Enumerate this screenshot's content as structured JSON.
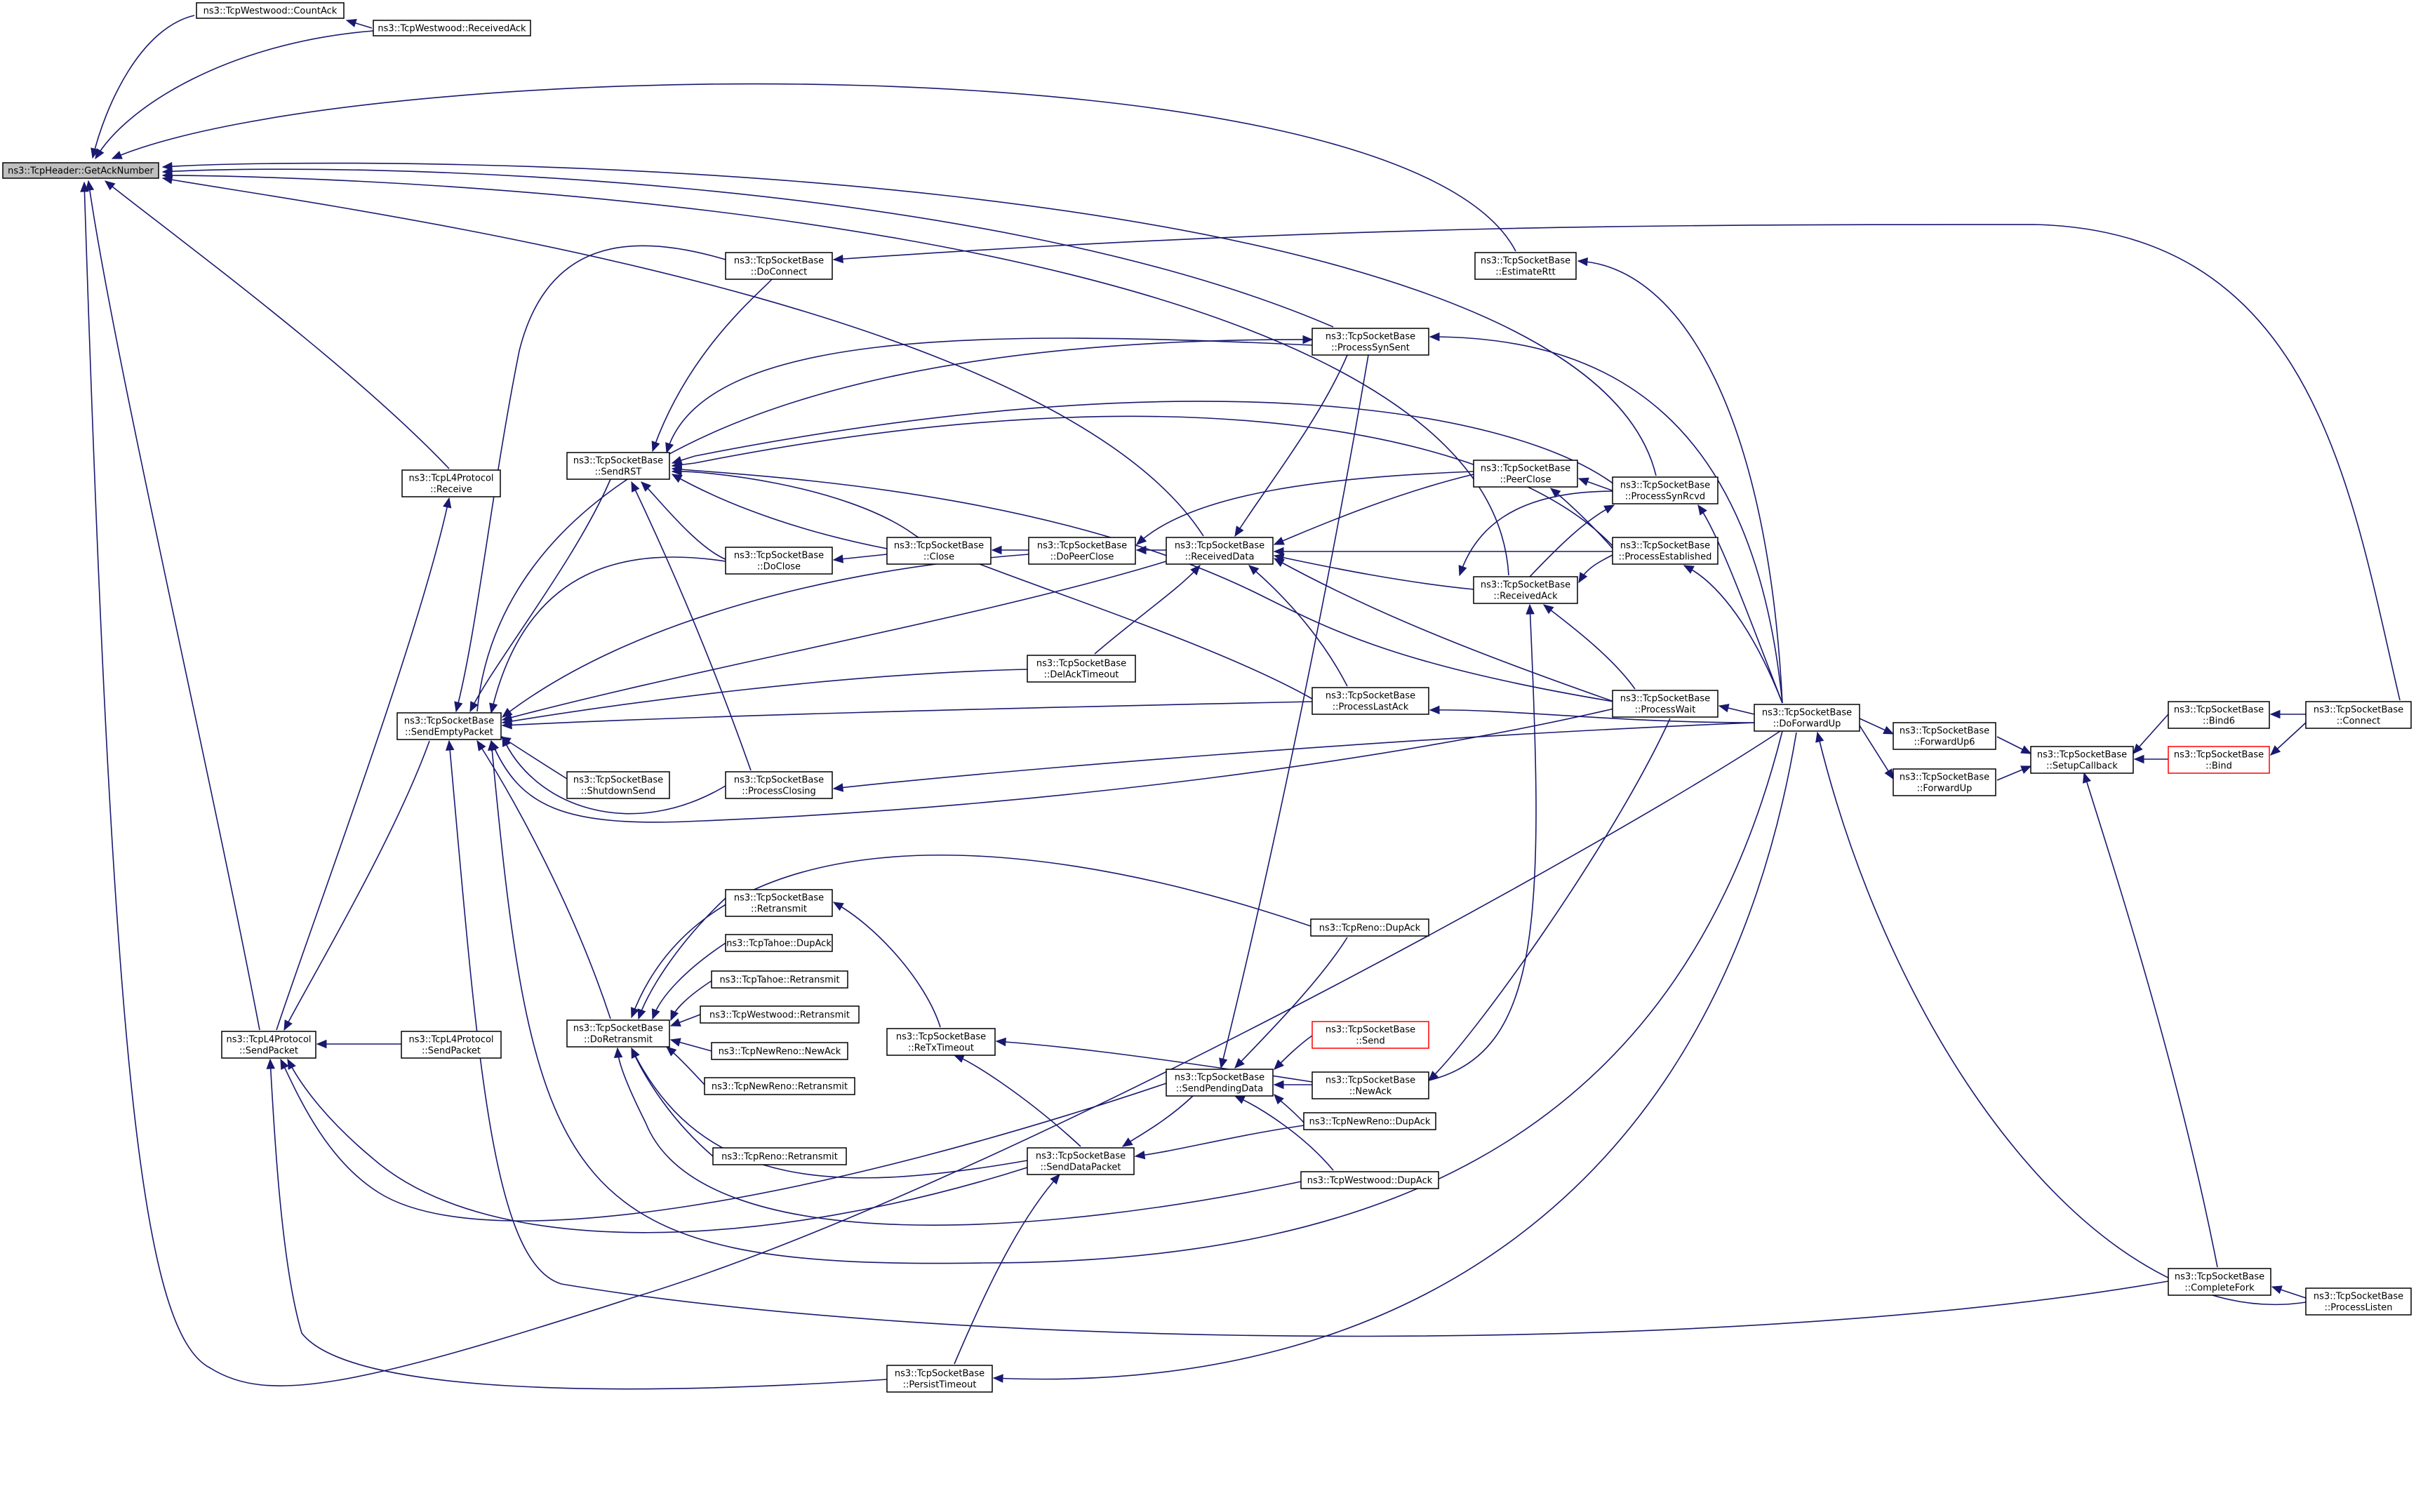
{
  "diagram": {
    "nodes": [
      {
        "id": "n1",
        "lines": [
          "ns3::TcpHeader::GetAckNumber"
        ],
        "style": "root"
      },
      {
        "id": "n2",
        "lines": [
          "ns3::TcpWestwood::CountAck"
        ]
      },
      {
        "id": "n3",
        "lines": [
          "ns3::TcpWestwood::ReceivedAck"
        ]
      },
      {
        "id": "n4",
        "lines": [
          "ns3::TcpSocketBase",
          "::EstimateRtt"
        ]
      },
      {
        "id": "n5",
        "lines": [
          "ns3::TcpSocketBase",
          "::DoConnect"
        ]
      },
      {
        "id": "n6",
        "lines": [
          "ns3::TcpSocketBase",
          "::ProcessSynSent"
        ]
      },
      {
        "id": "n7",
        "lines": [
          "ns3::TcpSocketBase",
          "::SendRST"
        ]
      },
      {
        "id": "n8",
        "lines": [
          "ns3::TcpL4Protocol",
          "::Receive"
        ]
      },
      {
        "id": "n9",
        "lines": [
          "ns3::TcpSocketBase",
          "::PeerClose"
        ]
      },
      {
        "id": "n10",
        "lines": [
          "ns3::TcpSocketBase",
          "::ProcessSynRcvd"
        ]
      },
      {
        "id": "n11",
        "lines": [
          "ns3::TcpSocketBase",
          "::Close"
        ]
      },
      {
        "id": "n12",
        "lines": [
          "ns3::TcpSocketBase",
          "::DoPeerClose"
        ]
      },
      {
        "id": "n13",
        "lines": [
          "ns3::TcpSocketBase",
          "::ReceivedData"
        ]
      },
      {
        "id": "n14",
        "lines": [
          "ns3::TcpSocketBase",
          "::DoClose"
        ]
      },
      {
        "id": "n15",
        "lines": [
          "ns3::TcpSocketBase",
          "::ProcessEstablished"
        ]
      },
      {
        "id": "n16",
        "lines": [
          "ns3::TcpSocketBase",
          "::ReceivedAck"
        ]
      },
      {
        "id": "n17",
        "lines": [
          "ns3::TcpSocketBase",
          "::DelAckTimeout"
        ]
      },
      {
        "id": "n18",
        "lines": [
          "ns3::TcpSocketBase",
          "::SendEmptyPacket"
        ]
      },
      {
        "id": "n19",
        "lines": [
          "ns3::TcpSocketBase",
          "::ProcessLastAck"
        ]
      },
      {
        "id": "n20",
        "lines": [
          "ns3::TcpSocketBase",
          "::ProcessWait"
        ]
      },
      {
        "id": "n21",
        "lines": [
          "ns3::TcpSocketBase",
          "::ForwardUp6"
        ]
      },
      {
        "id": "n22",
        "lines": [
          "ns3::TcpSocketBase",
          "::Bind6"
        ]
      },
      {
        "id": "n23",
        "lines": [
          "ns3::TcpSocketBase",
          "::Connect"
        ]
      },
      {
        "id": "n24",
        "lines": [
          "ns3::TcpSocketBase",
          "::DoForwardUp"
        ]
      },
      {
        "id": "n25",
        "lines": [
          "ns3::TcpSocketBase",
          "::SetupCallback"
        ]
      },
      {
        "id": "n26",
        "lines": [
          "ns3::TcpSocketBase",
          "::Bind"
        ],
        "style": "red"
      },
      {
        "id": "n27",
        "lines": [
          "ns3::TcpSocketBase",
          "::ShutdownSend"
        ]
      },
      {
        "id": "n28",
        "lines": [
          "ns3::TcpSocketBase",
          "::ProcessClosing"
        ]
      },
      {
        "id": "n29",
        "lines": [
          "ns3::TcpSocketBase",
          "::ForwardUp"
        ]
      },
      {
        "id": "n30",
        "lines": [
          "ns3::TcpSocketBase",
          "::Retransmit"
        ]
      },
      {
        "id": "n31",
        "lines": [
          "ns3::TcpReno::DupAck"
        ]
      },
      {
        "id": "n32",
        "lines": [
          "ns3::TcpTahoe::DupAck"
        ]
      },
      {
        "id": "n33",
        "lines": [
          "ns3::TcpTahoe::Retransmit"
        ]
      },
      {
        "id": "n34",
        "lines": [
          "ns3::TcpSocketBase",
          "::Send"
        ],
        "style": "red"
      },
      {
        "id": "n35",
        "lines": [
          "ns3::TcpL4Protocol",
          "::SendPacket"
        ]
      },
      {
        "id": "n36",
        "lines": [
          "ns3::TcpL4Protocol",
          "::SendPacket"
        ]
      },
      {
        "id": "n37",
        "lines": [
          "ns3::TcpSocketBase",
          "::DoRetransmit"
        ]
      },
      {
        "id": "n38",
        "lines": [
          "ns3::TcpWestwood::Retransmit"
        ]
      },
      {
        "id": "n39",
        "lines": [
          "ns3::TcpSocketBase",
          "::ReTxTimeout"
        ]
      },
      {
        "id": "n40",
        "lines": [
          "ns3::TcpNewReno::NewAck"
        ]
      },
      {
        "id": "n41",
        "lines": [
          "ns3::TcpSocketBase",
          "::SendPendingData"
        ]
      },
      {
        "id": "n42",
        "lines": [
          "ns3::TcpSocketBase",
          "::NewAck"
        ]
      },
      {
        "id": "n43",
        "lines": [
          "ns3::TcpNewReno::Retransmit"
        ]
      },
      {
        "id": "n44",
        "lines": [
          "ns3::TcpNewReno::DupAck"
        ]
      },
      {
        "id": "n45",
        "lines": [
          "ns3::TcpReno::Retransmit"
        ]
      },
      {
        "id": "n46",
        "lines": [
          "ns3::TcpSocketBase",
          "::SendDataPacket"
        ]
      },
      {
        "id": "n47",
        "lines": [
          "ns3::TcpWestwood::DupAck"
        ]
      },
      {
        "id": "n48",
        "lines": [
          "ns3::TcpSocketBase",
          "::CompleteFork"
        ]
      },
      {
        "id": "n49",
        "lines": [
          "ns3::TcpSocketBase",
          "::ProcessListen"
        ]
      },
      {
        "id": "n50",
        "lines": [
          "ns3::TcpSocketBase",
          "::PersistTimeout"
        ]
      }
    ],
    "edges": [
      {
        "from": "n2",
        "to": "n1"
      },
      {
        "from": "n3",
        "to": "n2"
      },
      {
        "from": "n3",
        "to": "n1"
      },
      {
        "from": "n4",
        "to": "n1"
      },
      {
        "from": "n6",
        "to": "n1"
      },
      {
        "from": "n8",
        "to": "n1"
      },
      {
        "from": "n10",
        "to": "n1"
      },
      {
        "from": "n13",
        "to": "n1"
      },
      {
        "from": "n16",
        "to": "n1"
      },
      {
        "from": "n35",
        "to": "n1"
      },
      {
        "from": "n24",
        "to": "n1"
      },
      {
        "from": "n24",
        "to": "n4"
      },
      {
        "from": "n23",
        "to": "n5"
      },
      {
        "from": "n24",
        "to": "n6"
      },
      {
        "from": "n18",
        "to": "n6"
      },
      {
        "from": "n5",
        "to": "n7"
      },
      {
        "from": "n6",
        "to": "n7"
      },
      {
        "from": "n10",
        "to": "n7"
      },
      {
        "from": "n15",
        "to": "n7"
      },
      {
        "from": "n14",
        "to": "n7"
      },
      {
        "from": "n11",
        "to": "n7"
      },
      {
        "from": "n19",
        "to": "n7"
      },
      {
        "from": "n20",
        "to": "n7"
      },
      {
        "from": "n28",
        "to": "n7"
      },
      {
        "from": "n35",
        "to": "n8"
      },
      {
        "from": "n10",
        "to": "n9"
      },
      {
        "from": "n15",
        "to": "n9"
      },
      {
        "from": "n24",
        "to": "n10"
      },
      {
        "from": "n16",
        "to": "n10"
      },
      {
        "from": "n12",
        "to": "n11"
      },
      {
        "from": "n13",
        "to": "n12"
      },
      {
        "from": "n9",
        "to": "n12"
      },
      {
        "from": "n6",
        "to": "n13"
      },
      {
        "from": "n9",
        "to": "n13"
      },
      {
        "from": "n15",
        "to": "n13"
      },
      {
        "from": "n16",
        "to": "n13"
      },
      {
        "from": "n19",
        "to": "n13"
      },
      {
        "from": "n20",
        "to": "n13"
      },
      {
        "from": "n17",
        "to": "n13"
      },
      {
        "from": "n11",
        "to": "n14"
      },
      {
        "from": "n24",
        "to": "n15"
      },
      {
        "from": "n15",
        "to": "n16"
      },
      {
        "from": "n20",
        "to": "n16"
      },
      {
        "from": "n42",
        "to": "n16"
      },
      {
        "from": "n7",
        "to": "n18"
      },
      {
        "from": "n5",
        "to": "n18"
      },
      {
        "from": "n14",
        "to": "n18"
      },
      {
        "from": "n13",
        "to": "n18"
      },
      {
        "from": "n12",
        "to": "n18"
      },
      {
        "from": "n17",
        "to": "n18"
      },
      {
        "from": "n19",
        "to": "n18"
      },
      {
        "from": "n27",
        "to": "n18"
      },
      {
        "from": "n28",
        "to": "n18"
      },
      {
        "from": "n20",
        "to": "n18"
      },
      {
        "from": "n37",
        "to": "n18"
      },
      {
        "from": "n24",
        "to": "n18"
      },
      {
        "from": "n48",
        "to": "n18"
      },
      {
        "from": "n10",
        "to": "n18"
      },
      {
        "from": "n24",
        "to": "n19"
      },
      {
        "from": "n24",
        "to": "n20"
      },
      {
        "from": "n24",
        "to": "n21"
      },
      {
        "from": "n24",
        "to": "n29"
      },
      {
        "from": "n22",
        "to": "n25"
      },
      {
        "from": "n26",
        "to": "n25"
      },
      {
        "from": "n48",
        "to": "n25"
      },
      {
        "from": "n21",
        "to": "n25"
      },
      {
        "from": "n29",
        "to": "n25"
      },
      {
        "from": "n23",
        "to": "n22"
      },
      {
        "from": "n23",
        "to": "n26"
      },
      {
        "from": "n49",
        "to": "n48"
      },
      {
        "from": "n49",
        "to": "n24"
      },
      {
        "from": "n24",
        "to": "n28"
      },
      {
        "from": "n18",
        "to": "n35"
      },
      {
        "from": "n41",
        "to": "n35"
      },
      {
        "from": "n46",
        "to": "n35"
      },
      {
        "from": "n50",
        "to": "n35"
      },
      {
        "from": "n36",
        "to": "n35"
      },
      {
        "from": "n39",
        "to": "n30"
      },
      {
        "from": "n30",
        "to": "n37"
      },
      {
        "from": "n31",
        "to": "n37"
      },
      {
        "from": "n32",
        "to": "n37"
      },
      {
        "from": "n33",
        "to": "n37"
      },
      {
        "from": "n38",
        "to": "n37"
      },
      {
        "from": "n40",
        "to": "n37"
      },
      {
        "from": "n43",
        "to": "n37"
      },
      {
        "from": "n45",
        "to": "n37"
      },
      {
        "from": "n46",
        "to": "n37"
      },
      {
        "from": "n47",
        "to": "n37"
      },
      {
        "from": "n42",
        "to": "n39"
      },
      {
        "from": "n46",
        "to": "n39"
      },
      {
        "from": "n34",
        "to": "n41"
      },
      {
        "from": "n42",
        "to": "n41"
      },
      {
        "from": "n44",
        "to": "n41"
      },
      {
        "from": "n47",
        "to": "n41"
      },
      {
        "from": "n6",
        "to": "n41"
      },
      {
        "from": "n31",
        "to": "n41"
      },
      {
        "from": "n41",
        "to": "n46"
      },
      {
        "from": "n44",
        "to": "n46"
      },
      {
        "from": "n50",
        "to": "n46"
      },
      {
        "from": "n20",
        "to": "n42"
      },
      {
        "from": "n24",
        "to": "n50"
      }
    ]
  }
}
